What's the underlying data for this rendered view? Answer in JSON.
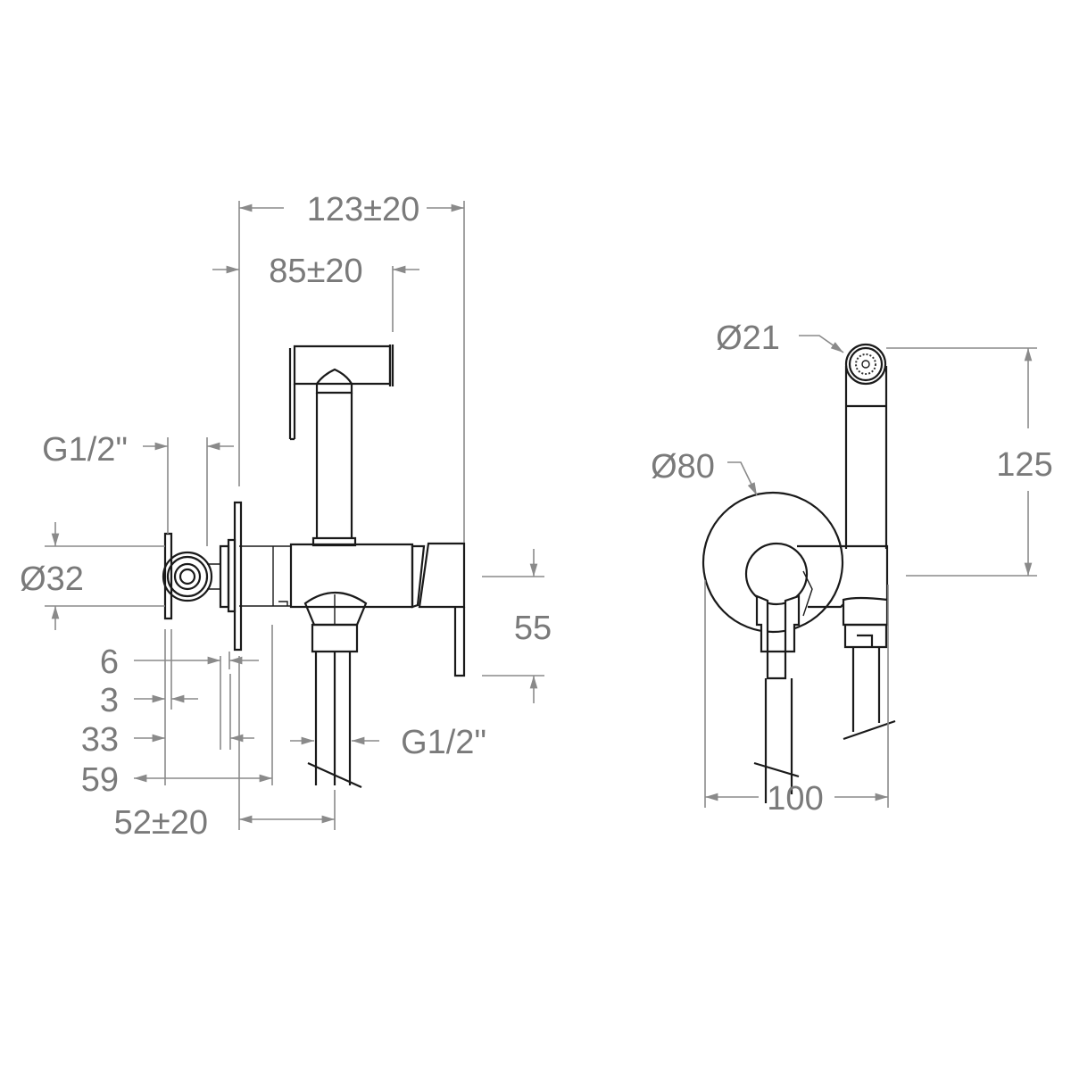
{
  "side_view": {
    "dims": {
      "overall_depth": "123±20",
      "handshower_offset": "85±20",
      "inlet_thread_top": "G1/2\"",
      "inlet_diameter": "Ø32",
      "d6": "6",
      "d3": "3",
      "d33": "33",
      "d59": "59",
      "outlet_offset": "52±20",
      "outlet_thread": "G1/2\"",
      "lever_height": "55"
    }
  },
  "front_view": {
    "dims": {
      "head_diameter": "Ø21",
      "rosette_diameter": "Ø80",
      "height": "125",
      "width": "100"
    }
  },
  "colors": {
    "line": "#1a1a1a",
    "dimension": "#8a8a8a",
    "text": "#7a7a7a"
  }
}
